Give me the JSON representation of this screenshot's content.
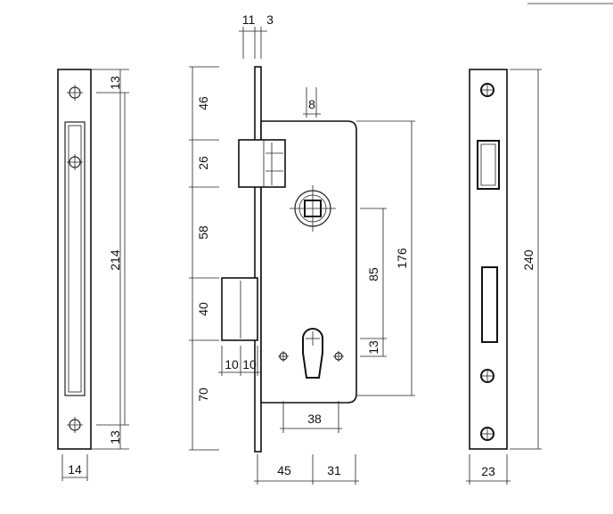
{
  "drawing": {
    "left_view": {
      "dim_top": "13",
      "dim_height": "214",
      "dim_bottom": "13",
      "dim_width": "14"
    },
    "center_view": {
      "dim_11": "11",
      "dim_3": "3",
      "dim_8": "8",
      "dim_46": "46",
      "dim_26": "26",
      "dim_58": "58",
      "dim_40": "40",
      "dim_70": "70",
      "dim_10a": "10",
      "dim_10b": "10",
      "dim_176": "176",
      "dim_85": "85",
      "dim_13": "13",
      "dim_38": "38",
      "dim_45": "45",
      "dim_31": "31"
    },
    "right_view": {
      "dim_height": "240",
      "dim_width": "23"
    }
  }
}
